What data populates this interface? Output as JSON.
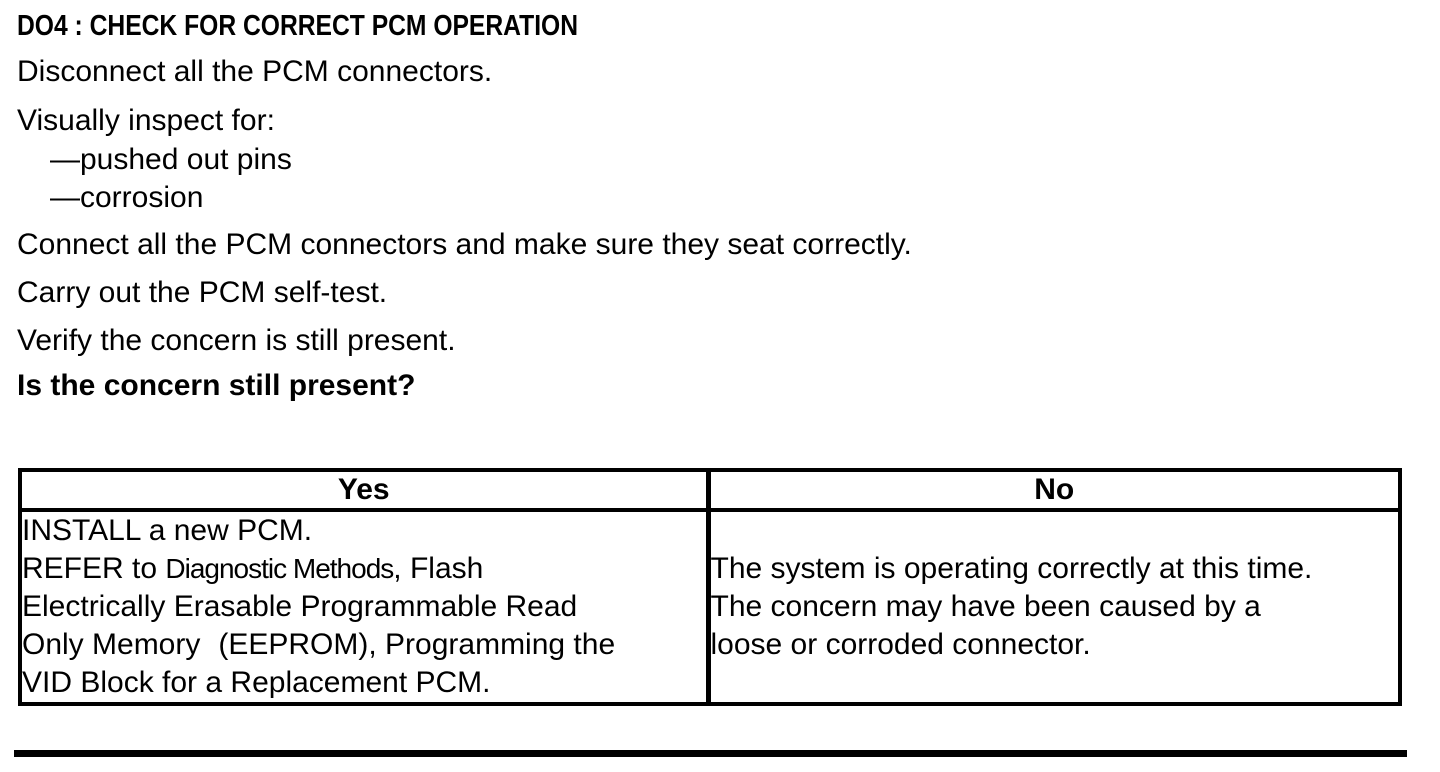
{
  "colors": {
    "text": "#000000",
    "background": "#ffffff"
  },
  "document": {
    "heading": "DO4 : CHECK FOR CORRECT PCM OPERATION",
    "steps": {
      "disconnect": "Disconnect all the PCM connectors.",
      "inspect": "Visually inspect for:",
      "inspect_items": [
        "—pushed out pins",
        "—corrosion"
      ],
      "connect": "Connect all the PCM connectors and make sure they seat correctly.",
      "selftest": "Carry out the PCM self-test.",
      "verify": "Verify the concern is still present.",
      "question": "Is the concern still present?"
    },
    "decision_table": {
      "headers": [
        "Yes",
        "No"
      ],
      "yes_cell": {
        "line1": "INSTALL a new PCM.",
        "line2_prefix": "REFER to ",
        "line2_reference": "Diagnostic Methods",
        "line2_suffix": ", Flash",
        "line3": "Electrically Erasable Programmable Read",
        "line4_a": "Only Memory",
        "line4_b": "(EEPROM), Programming the",
        "line5": "VID Block for a Replacement PCM."
      },
      "no_cell": {
        "lines": [
          "The system is operating correctly at this time.",
          "The concern may have been caused by a",
          "loose or corroded connector."
        ]
      }
    }
  }
}
